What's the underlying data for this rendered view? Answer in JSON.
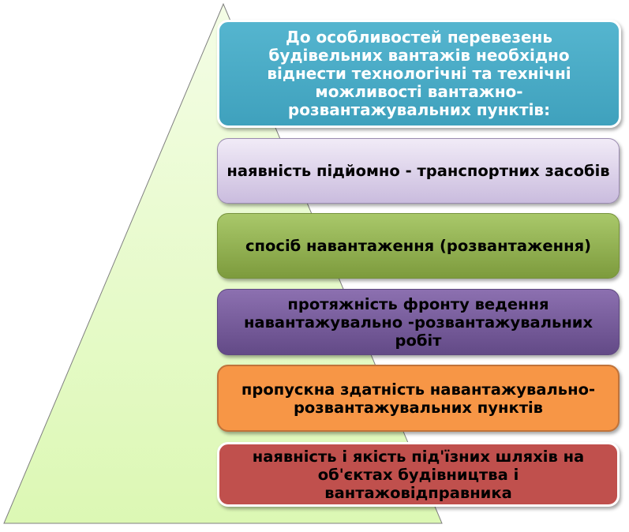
{
  "title": "До особливостей перевезень будівельних вантажів необхідно віднести технологічні та технічні можливості вантажно-розвантажувальних пунктів:",
  "items": [
    {
      "label": "наявність підйомно - транспортних засобів",
      "color": "#ccc0da"
    },
    {
      "label": "спосіб навантаження (розвантаження)",
      "color": "#9bbb59"
    },
    {
      "label": "протяжність фронту ведення навантажувально -розвантажувальних робіт",
      "color": "#8064a2"
    },
    {
      "label": "пропускна здатність навантажувально-розвантажувальних пунктів",
      "color": "#f79646"
    },
    {
      "label": "наявність і якість під'їзних шляхів на об'єктах будівництва і вантажовідправника",
      "color": "#c0504d"
    }
  ],
  "title_color": "#4bacc6",
  "pyramid_color": "#e2f9c0"
}
